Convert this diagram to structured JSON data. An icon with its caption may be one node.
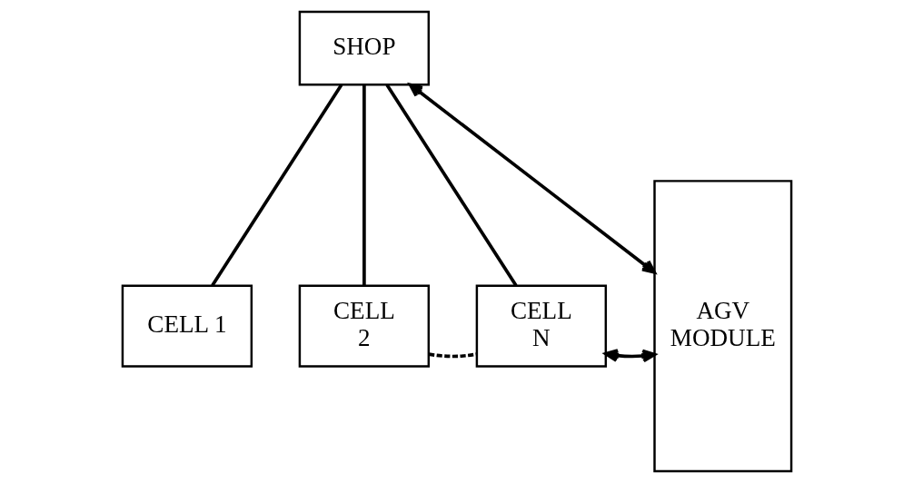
{
  "diagram": {
    "nodes": [
      {
        "text": [
          "SHOP"
        ]
      },
      {
        "text": [
          "AGV MODULE"
        ]
      },
      {
        "text": [
          "CELL 1"
        ]
      },
      {
        "text": [
          "CELL  2"
        ]
      },
      {
        "text": [
          "CELL  N"
        ]
      }
    ],
    "edges": [
      {
        "from": 0,
        "to": 1,
        "arrow": "both"
      },
      {
        "from": 0,
        "to": 2,
        "arrow": "none"
      },
      {
        "from": 0,
        "to": 3,
        "arrow": "none"
      },
      {
        "from": 0,
        "to": 4,
        "arrow": "none"
      },
      {
        "from": 3,
        "to": 4,
        "arrow": "none",
        "style": "dashed"
      },
      {
        "from": 4,
        "to": 1,
        "arrow": "both"
      }
    ]
  }
}
